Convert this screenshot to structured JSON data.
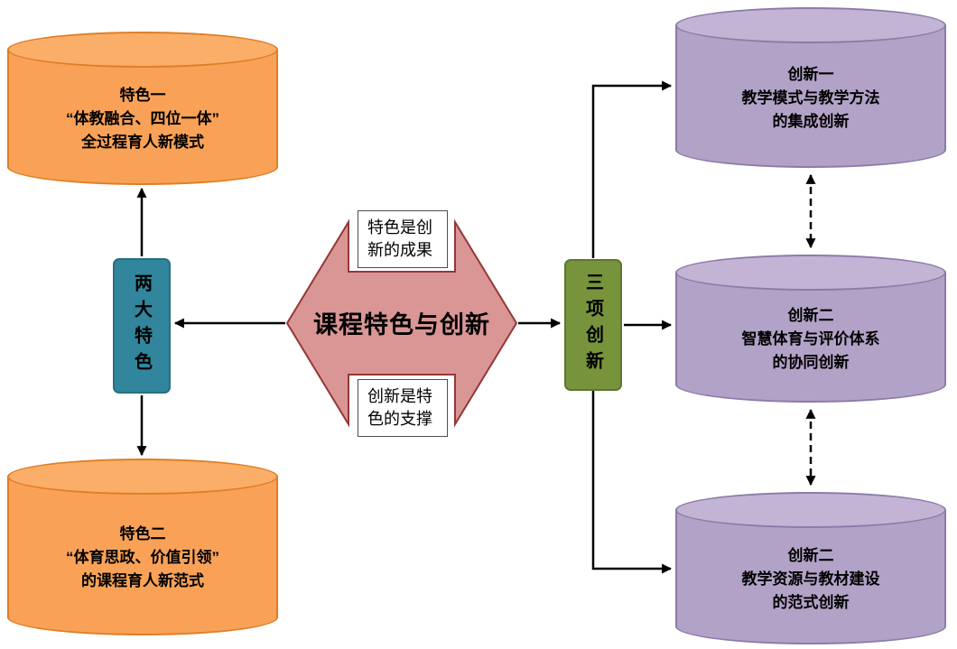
{
  "diagram_title": "课程特色与创新",
  "colors": {
    "orange-fill": "#F9A257",
    "orange-top": "#FBAE67",
    "orange-stroke": "#DE7E26",
    "purple-fill": "#B3A2C7",
    "purple-top": "#C3B4D6",
    "purple-stroke": "#8B7BA8",
    "teal-fill": "#31859C",
    "teal-stroke": "#27707F",
    "green-fill": "#77933C",
    "green-stroke": "#5E7530",
    "arrow-fill": "#D99694",
    "arrow-stroke": "#953735",
    "line": "#000000"
  },
  "center": {
    "label": "课程特色与创新",
    "top_note": "特色是创新的成果",
    "bottom_note": "创新是特色的支撑"
  },
  "left": {
    "hub_label": "两大特色",
    "items": [
      {
        "title": "特色一",
        "line1": "“体教融合、四位一体”",
        "line2": "全过程育人新模式"
      },
      {
        "title": "特色二",
        "line1": "“体育思政、价值引领”",
        "line2": "的课程育人新范式"
      }
    ]
  },
  "right": {
    "hub_label": "三项创新",
    "items": [
      {
        "title": "创新一",
        "line1": "教学模式与教学方法",
        "line2": "的集成创新"
      },
      {
        "title": "创新二",
        "line1": "智慧体育与评价体系",
        "line2": "的协同创新"
      },
      {
        "title": "创新二",
        "line1": "教学资源与教材建设",
        "line2": "的范式创新"
      }
    ]
  }
}
